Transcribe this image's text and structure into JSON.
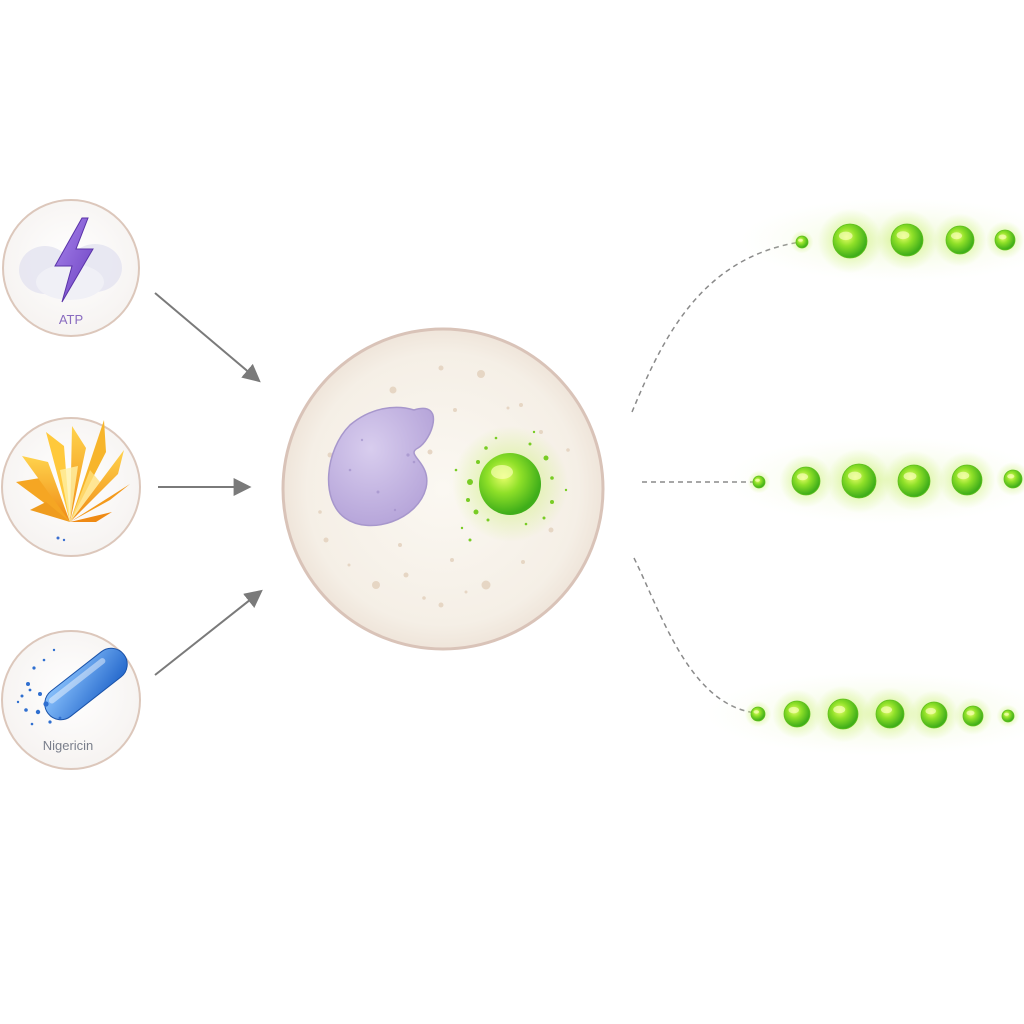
{
  "stimuli": [
    {
      "id": "atp",
      "label": "ATP",
      "icon": "lightning-bolt-icon",
      "color": "#7a50c8"
    },
    {
      "id": "crystal",
      "label": "",
      "icon": "crystal-cluster-icon",
      "color": "#f2a81e"
    },
    {
      "id": "nigericin",
      "label": "Nigericin",
      "icon": "capsule-icon",
      "color": "#2f7fe0"
    }
  ],
  "cell": {
    "membrane_color": "#d9c3b8",
    "cytoplasm_color": "#f6f0e8",
    "nucleus_color": "#c7b8e3",
    "inflammasome_color": "#6ccf1e"
  },
  "outputs": [
    {
      "id": "output-top",
      "particles": 5
    },
    {
      "id": "output-middle",
      "particles": 6
    },
    {
      "id": "output-bottom",
      "particles": 7
    }
  ],
  "colors": {
    "arrow": "#7a7a7a",
    "particle": "#7ed321",
    "particle_glow": "#c8f06a",
    "connector": "#8a8a8a"
  }
}
